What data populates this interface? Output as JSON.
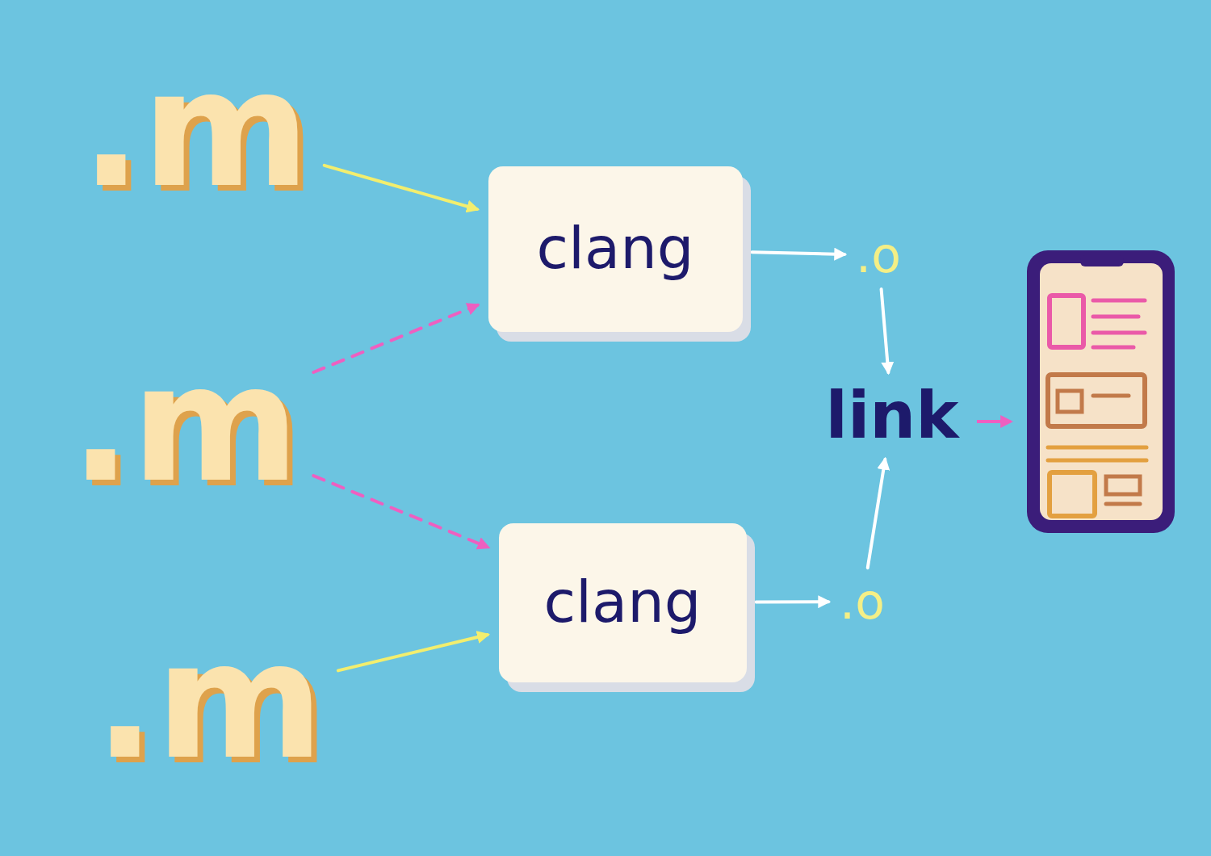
{
  "diagram": {
    "nodes": [
      {
        "text": [
          ".m"
        ]
      },
      {
        "text": [
          ".m"
        ]
      },
      {
        "text": [
          ".m"
        ]
      },
      {
        "text": [
          "clang"
        ]
      },
      {
        "text": [
          "clang"
        ]
      },
      {
        "text": [
          ".o"
        ]
      },
      {
        "text": [
          "link"
        ]
      },
      {
        "text": [
          ".o"
        ]
      }
    ],
    "edges": [
      {
        "from": 0,
        "to": 3,
        "arrow": "to"
      },
      {
        "from": 1,
        "to": 3,
        "arrow": "to"
      },
      {
        "from": 1,
        "to": 4,
        "arrow": "to"
      },
      {
        "from": 2,
        "to": 4,
        "arrow": "to"
      },
      {
        "from": 3,
        "to": 5,
        "arrow": "to"
      },
      {
        "from": 4,
        "to": 7,
        "arrow": "to"
      },
      {
        "from": 5,
        "to": 6,
        "arrow": "to"
      },
      {
        "from": 7,
        "to": 6,
        "arrow": "to"
      }
    ]
  }
}
